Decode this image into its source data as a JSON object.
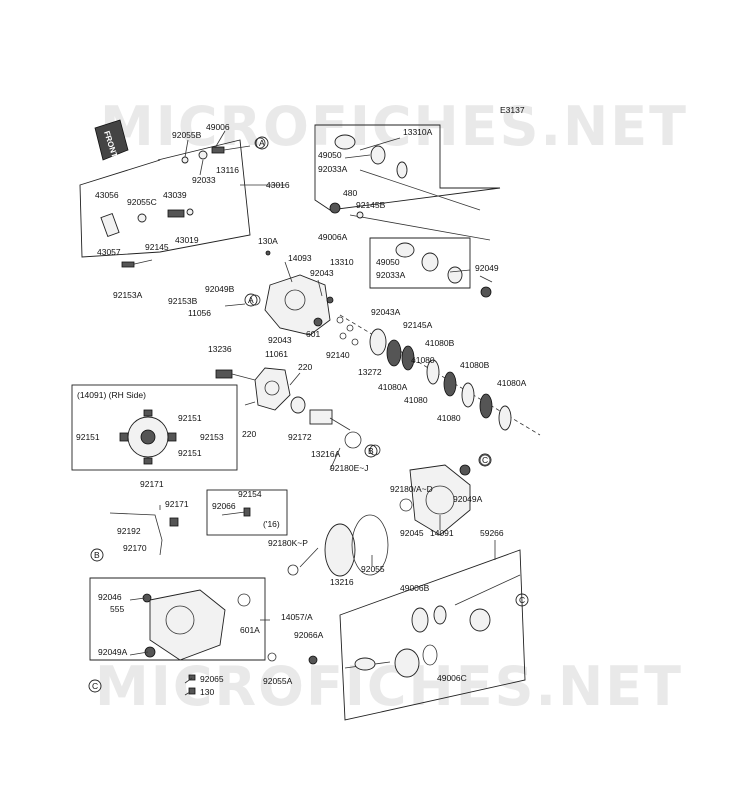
{
  "watermark": "MICROFICHES.NET",
  "diagram_code": "E3137",
  "front_label": "FRONT",
  "rh_side_box_title": "(14091) (RH Side)",
  "year_note": "('16)",
  "callout_letters": [
    "A",
    "B",
    "C"
  ],
  "part_labels": [
    "49006",
    "92055B",
    "92033",
    "13116",
    "43016",
    "43056",
    "92055C",
    "43039",
    "43057",
    "92145",
    "43019",
    "92153A",
    "13310A",
    "49050",
    "92033A",
    "480",
    "92145B",
    "49006A",
    "13310",
    "49050",
    "92033A",
    "92049",
    "130A",
    "14093",
    "92043",
    "92049B",
    "92153B",
    "11056",
    "601",
    "92043",
    "11061",
    "92140",
    "92043A",
    "92145A",
    "13272",
    "41080B",
    "41080B",
    "41080A",
    "41080",
    "41080A",
    "41080",
    "41080",
    "13236",
    "220",
    "220",
    "92172",
    "13216A",
    "92180E~J",
    "92151",
    "92151",
    "92153",
    "92151",
    "92171",
    "92171",
    "92154",
    "92066",
    "92192",
    "92180/A~D",
    "92049A",
    "92045",
    "14091",
    "92170",
    "92180K~P",
    "13216",
    "92055",
    "59266",
    "49006B",
    "92046",
    "555",
    "14057/A",
    "601A",
    "92066A",
    "92049A",
    "92065",
    "92055A",
    "130",
    "49006C"
  ]
}
